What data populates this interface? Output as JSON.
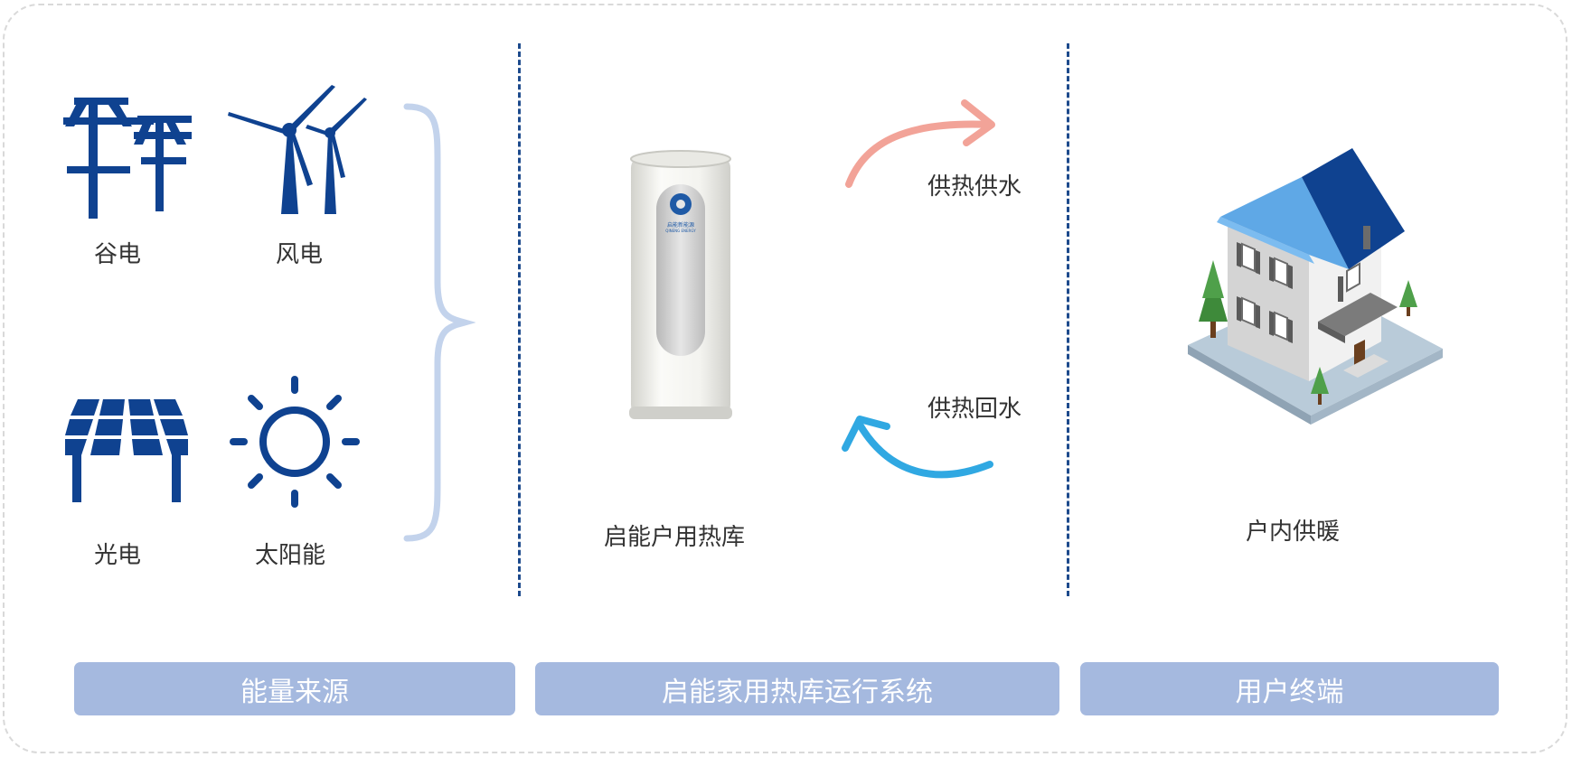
{
  "sources": {
    "valley": "谷电",
    "wind": "风电",
    "pv": "光电",
    "solar": "太阳能"
  },
  "system": {
    "device_label": "启能户用热库",
    "device_brand": "启能新能源",
    "device_brand_en": "QINENG ENERGY",
    "supply_label": "供热供水",
    "return_label": "供热回水"
  },
  "terminal": {
    "label": "户内供暖"
  },
  "sections": {
    "energy": "能量来源",
    "system": "启能家用热库运行系统",
    "terminal": "用户终端"
  },
  "colors": {
    "primary_blue": "#0f4290",
    "supply_arrow": "#f2a398",
    "return_arrow": "#30a8e2",
    "bar_bg": "#a5b9df",
    "divider": "#1d4a8c"
  }
}
